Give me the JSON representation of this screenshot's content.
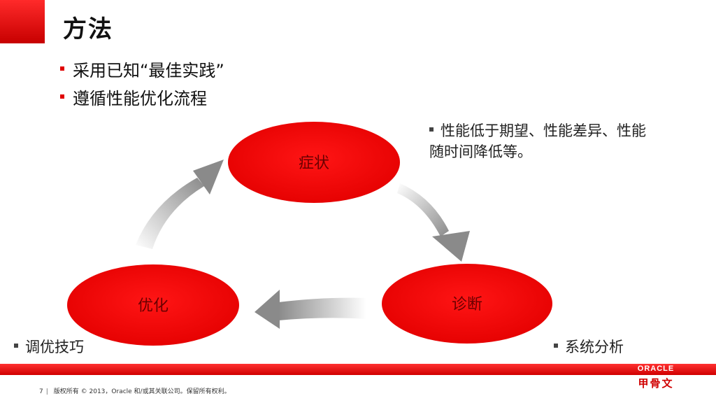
{
  "slide": {
    "title": "方法",
    "bullets": [
      "采用已知“最佳实践”",
      "遵循性能优化流程"
    ]
  },
  "diagram": {
    "nodes": {
      "symptom": "症状",
      "diagnosis": "诊断",
      "optimize": "优化"
    },
    "notes": {
      "symptom": "性能低于期望、性能差异、性能随时间降低等。",
      "optimize": "调优技巧",
      "diagnosis": "系统分析"
    },
    "colors": {
      "node": "#ee0000",
      "arrow_dark": "#8a8a8a",
      "arrow_light": "#ffffff"
    }
  },
  "footer": {
    "page_number": "7",
    "separator": "|",
    "copyright": "版权所有 © 2013，Oracle 和/或其关联公司。保留所有权利。",
    "logo_word": "ORACLE",
    "logo_cn": "甲骨文"
  }
}
